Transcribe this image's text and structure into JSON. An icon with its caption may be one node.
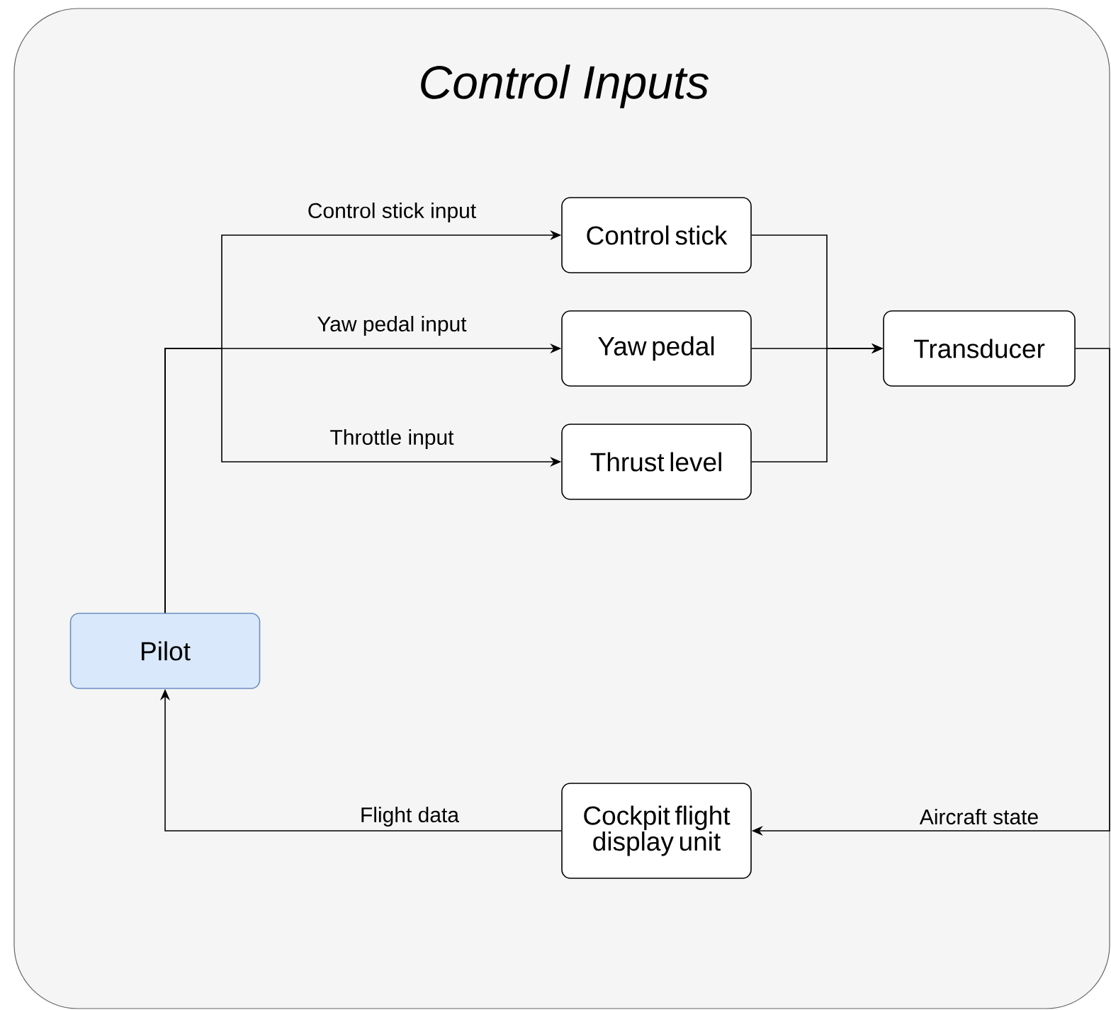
{
  "diagram": {
    "nodes": [
      {
        "text": [
          "Control Inputs"
        ]
      },
      {
        "text": [
          "Control stick"
        ],
        "in": 0
      },
      {
        "text": [
          "Yaw pedal"
        ],
        "in": 0
      },
      {
        "text": [
          "Thrust level"
        ],
        "in": 0
      },
      {
        "text": [
          "Transducer"
        ],
        "in": 0
      },
      {
        "text": [
          "Pilot"
        ],
        "in": 0
      },
      {
        "text": [
          "Cockpit flight display unit"
        ],
        "in": 0
      }
    ],
    "edges": [
      {
        "from": 5,
        "to": 1,
        "arrow": "to",
        "label": "Control stick input"
      },
      {
        "from": 5,
        "to": 2,
        "arrow": "to",
        "label": "Yaw pedal input"
      },
      {
        "from": 5,
        "to": 3,
        "arrow": "to",
        "label": "Throttle input"
      },
      {
        "from": 1,
        "to": 4,
        "arrow": "to"
      },
      {
        "from": 2,
        "to": 4,
        "arrow": "to"
      },
      {
        "from": 3,
        "to": 4,
        "arrow": "to"
      },
      {
        "from": 4,
        "to": 6,
        "arrow": "to",
        "label": "Aircraft state"
      },
      {
        "from": 6,
        "to": 5,
        "arrow": "to",
        "label": "Flight data"
      }
    ]
  }
}
